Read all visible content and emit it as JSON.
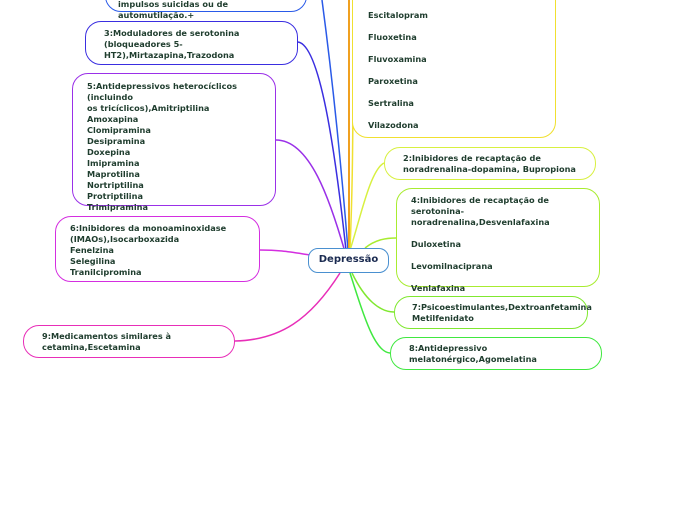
{
  "center": {
    "label": "Depressão"
  },
  "nodes": {
    "n1": {
      "text": "impulsos suicidas ou de automutilação.+",
      "color": "#2a5ae8"
    },
    "n3": {
      "text": "3:Moduladores de serotonina\n(bloqueadores 5-\nHT2),Mirtazapina,Trazodona",
      "color": "#3a2ee0"
    },
    "n5": {
      "text": "5:Antidepressivos heterocíclicos (incluindo\nos tricíclicos),Amitriptilina\nAmoxapina\nClomipramina\nDesipramina\nDoxepina\nImipramina\nMaprotilina\nNortriptilina\nProtriptilina\nTrimipramina",
      "color": "#9a30e8"
    },
    "n6": {
      "text": "6:Inibidores da monoaminoxidase\n(IMAOs),Isocarboxazida\nFenelzina\nSelegilina\nTranilcipromina",
      "color": "#d42ee0"
    },
    "n9": {
      "text": "9:Medicamentos similares à\ncetamina,Escetamina",
      "color": "#e82eb8"
    },
    "n1b": {
      "text": "Escitalopram\n\nFluoxetina\n\nFluvoxamina\n\nParoxetina\n\nSertralina\n\nVilazodona",
      "color": "#f0e030"
    },
    "n2": {
      "text": "2:Inibidores de recaptação de\nnoradrenalina-dopamina,  Bupropiona",
      "color": "#d8f040"
    },
    "n4": {
      "text": "4:Inibidores de recaptação de serotonina-\nnoradrenalina,Desvenlafaxina\n\nDuloxetina\n\nLevomilnaciprana\n\nVenlafaxina",
      "color": "#a8ec30"
    },
    "n7": {
      "text": "7:Psicoestimulantes,Dextroanfetamina\nMetilfenidato",
      "color": "#80e830"
    },
    "n8": {
      "text": "8:Antidepressivo\nmelatonérgico,Agomelatina",
      "color": "#40e840"
    }
  },
  "orange_color": "#f0a020"
}
